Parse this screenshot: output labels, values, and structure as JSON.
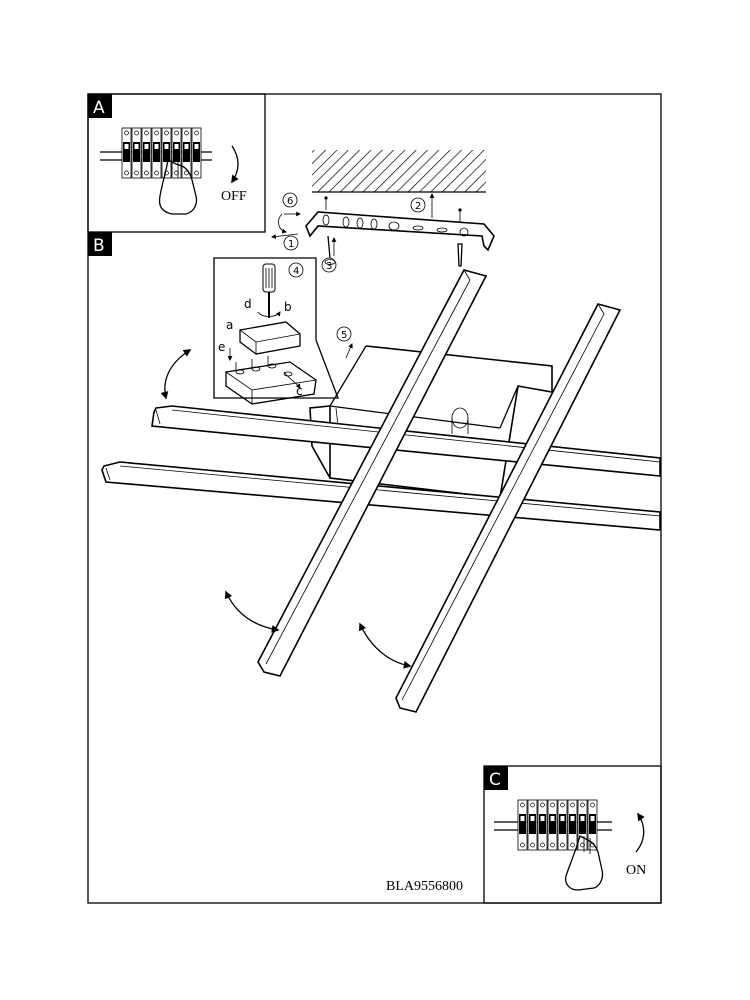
{
  "panels": {
    "a": {
      "letter": "A",
      "action": "OFF"
    },
    "b": {
      "letter": "B"
    },
    "c": {
      "letter": "C",
      "action": "ON"
    }
  },
  "steps": [
    "1",
    "2",
    "3",
    "4",
    "5",
    "6"
  ],
  "detail_labels": [
    "a",
    "b",
    "c",
    "d",
    "e"
  ],
  "model_code": "BLA9556800"
}
